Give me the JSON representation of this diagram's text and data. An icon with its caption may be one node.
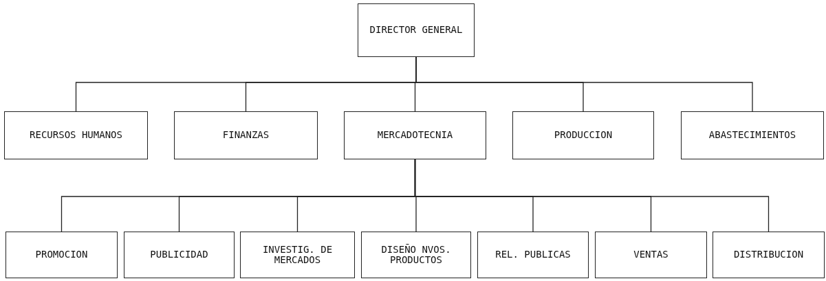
{
  "diagram": {
    "nodes": [
      {
        "text": [
          "DIRECTOR GENERAL"
        ]
      },
      {
        "text": [
          "RECURSOS HUMANOS"
        ]
      },
      {
        "text": [
          "FINANZAS"
        ]
      },
      {
        "text": [
          "MERCADOTECNIA"
        ]
      },
      {
        "text": [
          "PRODUCCION"
        ]
      },
      {
        "text": [
          "ABASTECIMIENTOS"
        ]
      },
      {
        "text": [
          "PROMOCION"
        ]
      },
      {
        "text": [
          "PUBLICIDAD"
        ]
      },
      {
        "text": [
          "INVESTIG. DE MERCADOS"
        ]
      },
      {
        "text": [
          "DISEÑO NVOS. PRODUCTOS"
        ]
      },
      {
        "text": [
          "REL. PUBLICAS"
        ]
      },
      {
        "text": [
          "VENTAS"
        ]
      },
      {
        "text": [
          "DISTRIBUCION"
        ]
      }
    ],
    "edges": [
      {
        "from": 0,
        "to": 1,
        "arrow": "none"
      },
      {
        "from": 0,
        "to": 2,
        "arrow": "none"
      },
      {
        "from": 0,
        "to": 3,
        "arrow": "none"
      },
      {
        "from": 0,
        "to": 4,
        "arrow": "none"
      },
      {
        "from": 0,
        "to": 5,
        "arrow": "none"
      },
      {
        "from": 3,
        "to": 6,
        "arrow": "none"
      },
      {
        "from": 3,
        "to": 7,
        "arrow": "none"
      },
      {
        "from": 3,
        "to": 8,
        "arrow": "none"
      },
      {
        "from": 3,
        "to": 9,
        "arrow": "none"
      },
      {
        "from": 3,
        "to": 10,
        "arrow": "none"
      },
      {
        "from": 3,
        "to": 11,
        "arrow": "none"
      },
      {
        "from": 3,
        "to": 12,
        "arrow": "none"
      }
    ]
  }
}
